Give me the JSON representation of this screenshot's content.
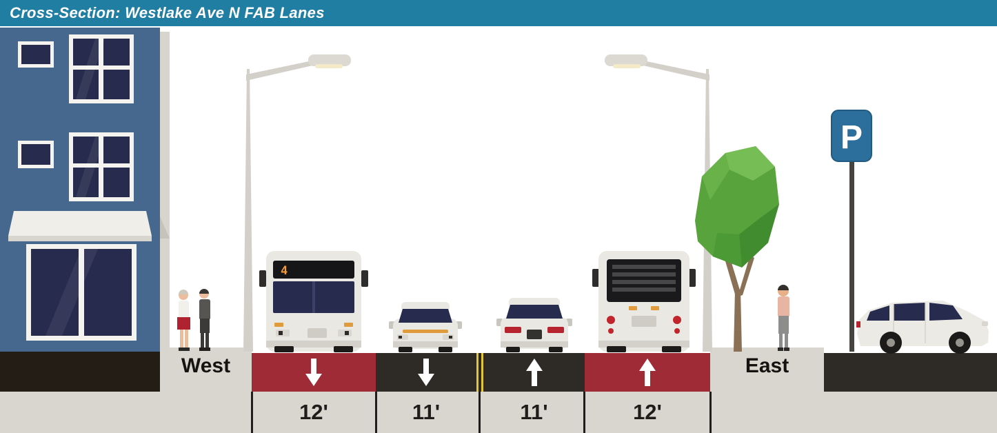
{
  "header": {
    "title": "Cross-Section: Westlake Ave N FAB Lanes"
  },
  "street": {
    "west_label": "West",
    "east_label": "East",
    "lanes": [
      {
        "label": "bus lane southbound",
        "width": "12'",
        "direction": "down",
        "surface_color": "#9e2b35"
      },
      {
        "label": "general lane southbound",
        "width": "11'",
        "direction": "down",
        "surface_color": "#2e2b26"
      },
      {
        "label": "general lane northbound",
        "width": "11'",
        "direction": "up",
        "surface_color": "#2e2b26"
      },
      {
        "label": "bus lane northbound",
        "width": "12'",
        "direction": "up",
        "surface_color": "#9e2b35"
      }
    ],
    "center_marking": "double yellow line"
  },
  "scene": {
    "bus_route_display": "4",
    "parking_sign_letter": "P",
    "objects": [
      "building",
      "pedestrians",
      "street-lamp",
      "bus-front",
      "car-front",
      "car-rear",
      "bus-rear",
      "street-lamp",
      "tree",
      "pedestrian",
      "parking-sign",
      "parked-car"
    ]
  },
  "colors": {
    "header_bg": "#217ea3",
    "bus_lane_red": "#9e2b35",
    "asphalt": "#2e2b26",
    "sidewalk": "#d9d6cf",
    "building_blue": "#46688e",
    "lane_marking_yellow": "#e3c43a",
    "tree_green": "#58a33c",
    "parking_sign_blue": "#2d6f9c",
    "arrow_white": "#ffffff"
  }
}
